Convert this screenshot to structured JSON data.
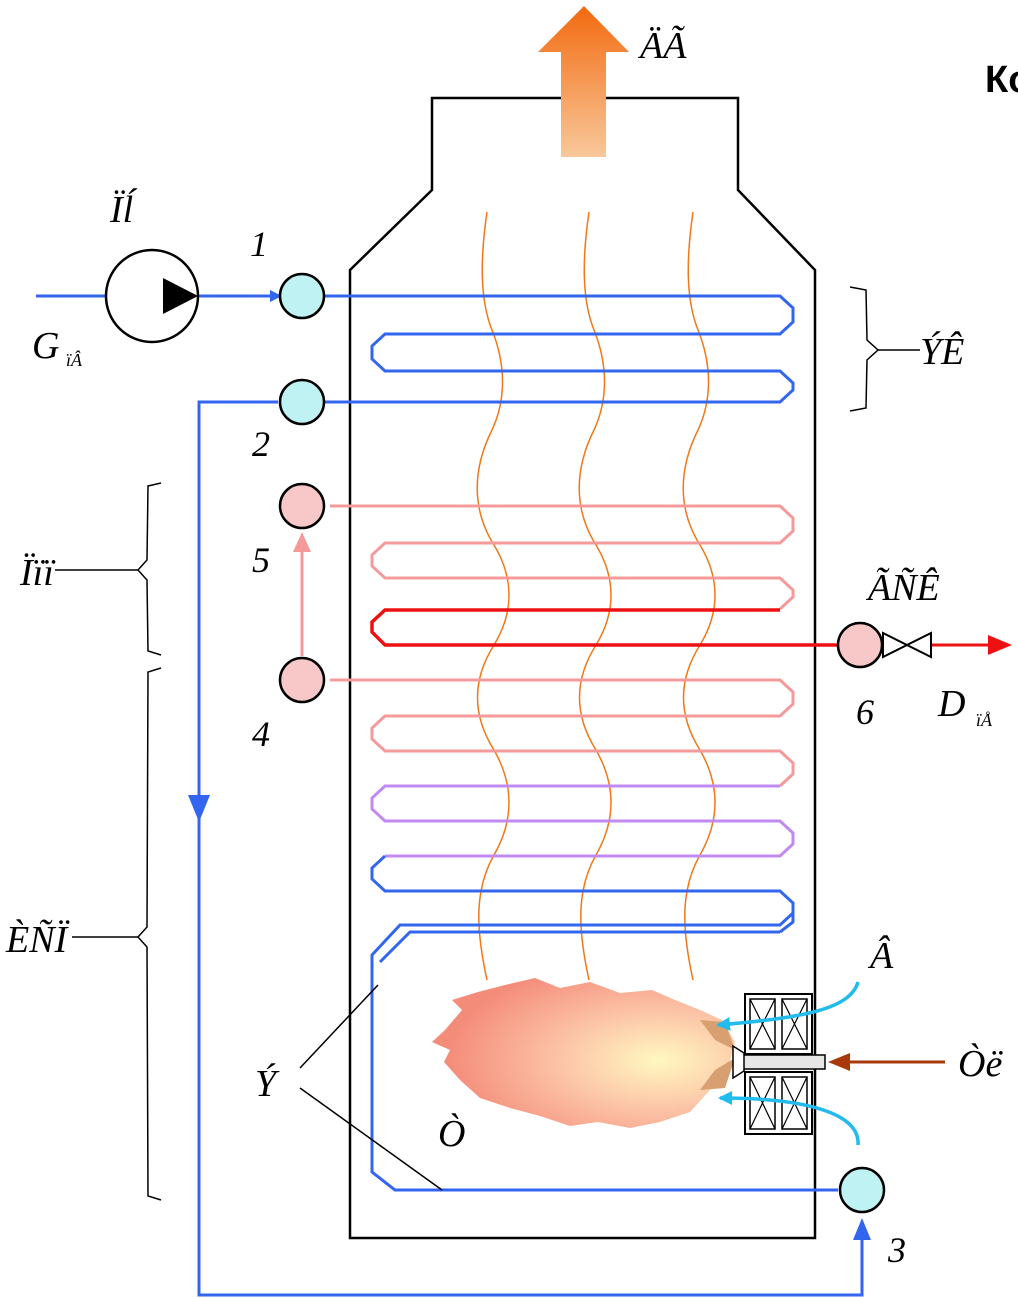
{
  "heading": "Ко",
  "labels": {
    "flue_gas": "ÄÃ",
    "pump": "Ïĺ",
    "feed_flow_G": "G",
    "feed_flow_G_sub": "ïÂ",
    "economizer": "ÝÊ",
    "superheater": "Ïïï",
    "evaporator": "ÈÑÏ",
    "main_steam_valve": "ÃÑÊ",
    "steam_flow_D": "D",
    "steam_flow_D_sub": "ïÅ",
    "air": "Â",
    "fuel": "Òë",
    "screens": "Ý",
    "flame": "Ò"
  },
  "nodes": [
    "1",
    "2",
    "3",
    "4",
    "5",
    "6"
  ],
  "colors": {
    "water": "#3366ee",
    "water_node": "#bff2f2",
    "steam_node": "#f8c8c8",
    "steam_pipe": "#f59a9a",
    "hot_steam": "#ee1111",
    "evap_pipe": "#c08af0",
    "gas_wave": "#f07818",
    "air_arrow": "#22bbee",
    "fuel_arrow": "#a83a0a"
  }
}
